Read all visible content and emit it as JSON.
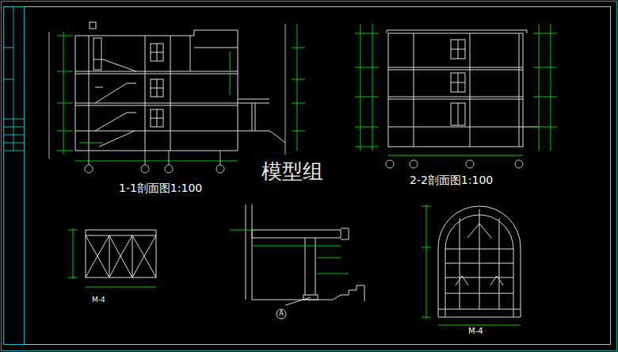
{
  "diagram": {
    "nodes": [
      {
        "text": [
          "A"
        ]
      }
    ],
    "labels": [
      "模型组",
      "1-1剖面图1:100",
      "2-2剖面图1:100",
      "M-4",
      "M-4"
    ]
  }
}
